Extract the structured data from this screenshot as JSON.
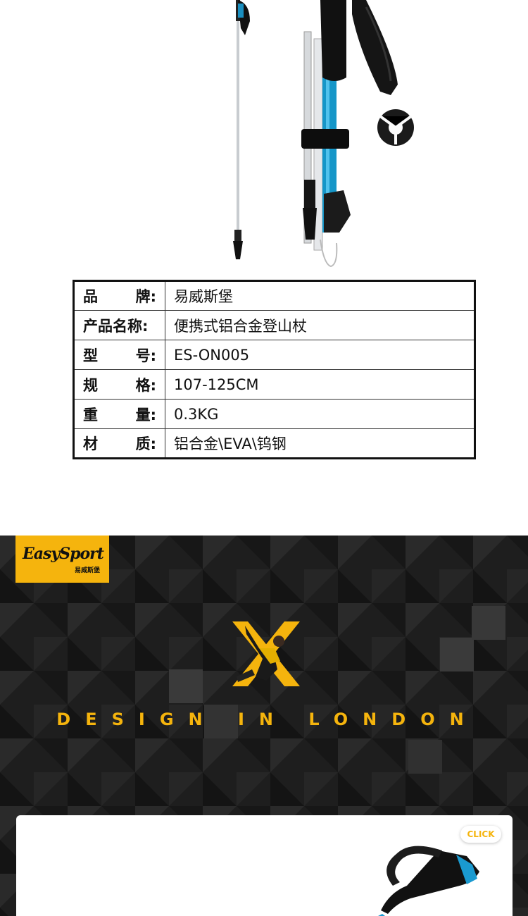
{
  "spec_table": {
    "rows": [
      {
        "key": "品　　牌:",
        "k1": "品",
        "k2": "牌:",
        "value": "易威斯堡"
      },
      {
        "key": "产品名称:",
        "k1": "产品名称:",
        "k2": "",
        "value": "便携式铝合金登山杖"
      },
      {
        "key": "型　　号:",
        "k1": "型",
        "k2": "号:",
        "value": "ES-ON005"
      },
      {
        "key": "规　　格:",
        "k1": "规",
        "k2": "格:",
        "value": "107-125CM"
      },
      {
        "key": "重　　量:",
        "k1": "重",
        "k2": "量:",
        "value": "0.3KG"
      },
      {
        "key": "材　　质:",
        "k1": "材",
        "k2": "质:",
        "value": "铝合金\\EVA\\钨钢"
      }
    ]
  },
  "brand": {
    "logo_text": "EasySport",
    "logo_subtext": "易威斯堡",
    "accent_color": "#f5b40d"
  },
  "banner": {
    "tagline": "DESIGN IN LONDON",
    "click_label": "CLICK"
  },
  "icons": {
    "emblem": "x-athlete-emblem-icon",
    "product": "trekking-pole-icon",
    "basket": "pole-basket-icon"
  }
}
